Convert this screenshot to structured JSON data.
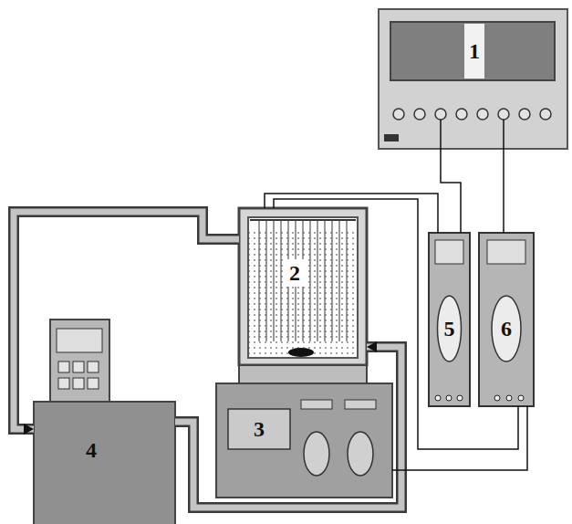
{
  "diagram": {
    "nodes": [
      {
        "text": [
          "1"
        ]
      },
      {
        "text": [
          "2"
        ]
      },
      {
        "text": [
          "3"
        ]
      },
      {
        "text": [
          "4"
        ]
      },
      {
        "text": [
          "5"
        ]
      },
      {
        "text": [
          "6"
        ]
      }
    ],
    "edges": [
      {
        "from": 1,
        "to": 3,
        "arrow": "to"
      },
      {
        "from": 3,
        "to": 1,
        "arrow": "to"
      },
      {
        "from": 0,
        "to": 4,
        "arrow": "none"
      },
      {
        "from": 0,
        "to": 5,
        "arrow": "none"
      },
      {
        "from": 1,
        "to": 4,
        "arrow": "none"
      },
      {
        "from": 1,
        "to": 5,
        "arrow": "none"
      },
      {
        "from": 2,
        "to": 5,
        "arrow": "none"
      }
    ]
  }
}
